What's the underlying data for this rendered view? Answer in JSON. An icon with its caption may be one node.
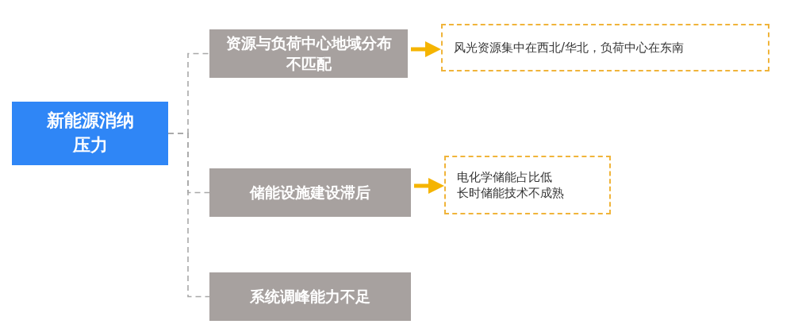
{
  "diagram": {
    "nodes": [
      {
        "text": [
          "新能源消纳压力"
        ]
      },
      {
        "text": [
          "资源与负荷中心地域分布不匹配"
        ]
      },
      {
        "text": [
          "风光资源集中在西北/华北，负荷中心在东南"
        ]
      },
      {
        "text": [
          "储能设施建设滞后"
        ]
      },
      {
        "text": [
          "电化学储能占比低",
          "长时储能技术不成熟"
        ]
      },
      {
        "text": [
          "系统调峰能力不足"
        ]
      }
    ],
    "edges": [
      {
        "from": 0,
        "to": 1,
        "arrow": "none",
        "style": "dashed"
      },
      {
        "from": 0,
        "to": 3,
        "arrow": "none",
        "style": "dashed"
      },
      {
        "from": 0,
        "to": 5,
        "arrow": "none",
        "style": "dashed"
      },
      {
        "from": 1,
        "to": 2,
        "arrow": "to",
        "style": "thick",
        "color": "#f5b400"
      },
      {
        "from": 3,
        "to": 4,
        "arrow": "to",
        "style": "thick",
        "color": "#f5b400"
      }
    ]
  }
}
